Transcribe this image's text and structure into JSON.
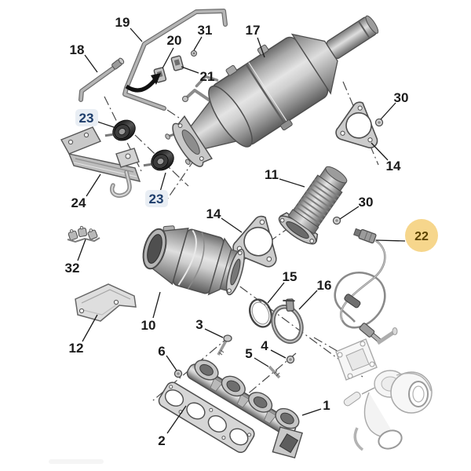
{
  "diagram": {
    "type": "exploded-parts-diagram",
    "subject": "exhaust-manifold-catalyst-dpf-assembly",
    "background": "#ffffff",
    "colors": {
      "label_text": "#1a1a1a",
      "callout_blue_text": "#1d3d6b",
      "callout_blue_pill": "#e9eef4",
      "highlight_circle_fill": "#f6d68c",
      "highlight_text": "#5c4300",
      "metal_light": "#d6d6d6",
      "metal_dark": "#5f5f5f"
    },
    "labels": [
      {
        "text": "19",
        "variant": "black"
      },
      {
        "text": "18",
        "variant": "black"
      },
      {
        "text": "20",
        "variant": "black"
      },
      {
        "text": "31",
        "variant": "black"
      },
      {
        "text": "21",
        "variant": "black"
      },
      {
        "text": "17",
        "variant": "black"
      },
      {
        "text": "23",
        "variant": "blue"
      },
      {
        "text": "24",
        "variant": "black"
      },
      {
        "text": "23",
        "variant": "blue"
      },
      {
        "text": "11",
        "variant": "black"
      },
      {
        "text": "30",
        "variant": "black"
      },
      {
        "text": "14",
        "variant": "black"
      },
      {
        "text": "14",
        "variant": "black"
      },
      {
        "text": "30",
        "variant": "black"
      },
      {
        "text": "22",
        "variant": "yellow-circle"
      },
      {
        "text": "32",
        "variant": "black"
      },
      {
        "text": "15",
        "variant": "black"
      },
      {
        "text": "16",
        "variant": "black"
      },
      {
        "text": "12",
        "variant": "black"
      },
      {
        "text": "10",
        "variant": "black"
      },
      {
        "text": "3",
        "variant": "black"
      },
      {
        "text": "6",
        "variant": "black"
      },
      {
        "text": "5",
        "variant": "black"
      },
      {
        "text": "4",
        "variant": "black"
      },
      {
        "text": "2",
        "variant": "black"
      },
      {
        "text": "1",
        "variant": "black"
      }
    ]
  }
}
